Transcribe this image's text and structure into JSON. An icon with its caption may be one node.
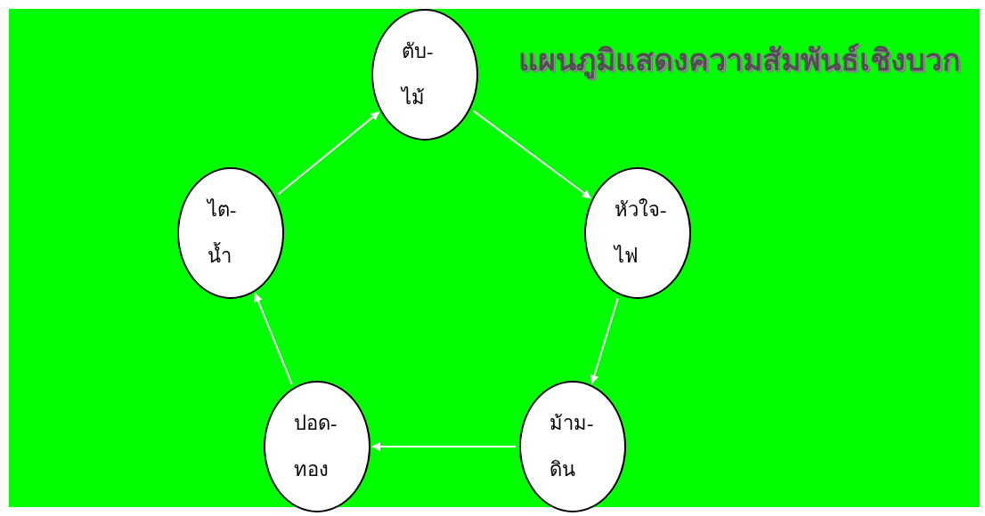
{
  "diagram": {
    "title": "แผนภูมิแสดงความสัมพันธ์เชิงบวก",
    "nodes": [
      {
        "text": [
          "ตับ-ไม้"
        ]
      },
      {
        "text": [
          "หัวใจ-ไฟ"
        ]
      },
      {
        "text": [
          "ม้าม-ดิน"
        ]
      },
      {
        "text": [
          "ปอด-ทอง"
        ]
      },
      {
        "text": [
          "ไต-น้ำ"
        ]
      }
    ],
    "edges": [
      {
        "from": 0,
        "to": 1,
        "arrow": "to"
      },
      {
        "from": 1,
        "to": 2,
        "arrow": "to"
      },
      {
        "from": 2,
        "to": 3,
        "arrow": "to"
      },
      {
        "from": 3,
        "to": 4,
        "arrow": "to"
      },
      {
        "from": 4,
        "to": 0,
        "arrow": "to"
      }
    ]
  }
}
